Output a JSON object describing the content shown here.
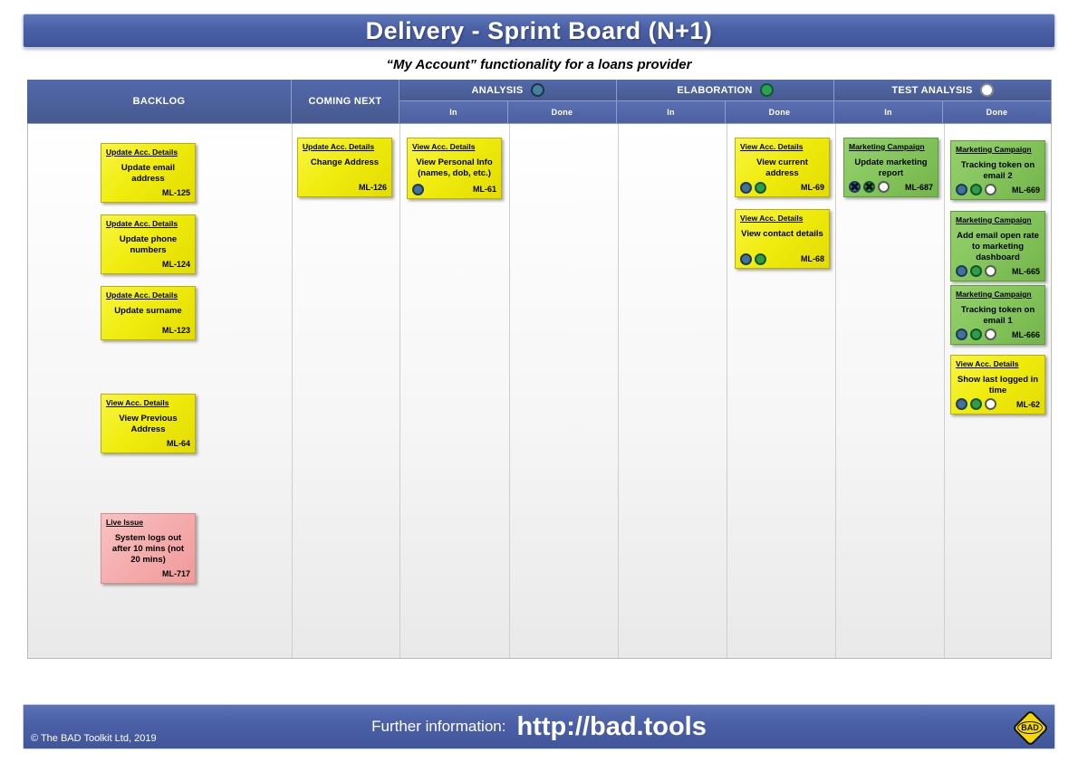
{
  "header": {
    "title": "Delivery - Sprint Board (N+1)",
    "subtitle": "“My Account” functionality for a loans provider"
  },
  "columns": {
    "backlog": {
      "label": "BACKLOG"
    },
    "coming_next": {
      "label": "COMING NEXT"
    },
    "analysis": {
      "label": "ANALYSIS",
      "status_icon": "blue-circle",
      "status_color": "#44809f"
    },
    "elaboration": {
      "label": "ELABORATION",
      "status_icon": "green-circle",
      "status_color": "#27a351"
    },
    "test_analysis": {
      "label": "TEST ANALYSIS",
      "status_icon": "white-circle",
      "status_color": "#ffffff"
    },
    "sub_labels": {
      "in": "In",
      "done": "Done"
    }
  },
  "cards": {
    "ml125": {
      "column": "backlog",
      "epic": "Update Acc. Details",
      "title": "Update email address",
      "id": "ML-125",
      "color": "yellow",
      "dots": []
    },
    "ml124": {
      "column": "backlog",
      "epic": "Update Acc. Details",
      "title": "Update phone numbers",
      "id": "ML-124",
      "color": "yellow",
      "dots": []
    },
    "ml123": {
      "column": "backlog",
      "epic": "Update Acc. Details",
      "title": "Update surname",
      "id": "ML-123",
      "color": "yellow",
      "dots": []
    },
    "ml64": {
      "column": "backlog",
      "epic": "View Acc. Details",
      "title": "View Previous Address",
      "id": "ML-64",
      "color": "yellow",
      "dots": []
    },
    "ml717": {
      "column": "backlog",
      "epic": "Live Issue",
      "title": "System logs out after 10 mins (not 20 mins)",
      "id": "ML-717",
      "color": "pink",
      "dots": []
    },
    "ml126": {
      "column": "coming_next",
      "epic": "Update Acc. Details",
      "title": "Change Address",
      "id": "ML-126",
      "color": "yellow",
      "dots": []
    },
    "ml61": {
      "column": "analysis_in",
      "epic": "View Acc. Details",
      "title": "View Personal Info (names, dob, etc.)",
      "id": "ML-61",
      "color": "yellow",
      "dots": [
        "blue"
      ]
    },
    "ml69": {
      "column": "elaboration_done",
      "epic": "View Acc. Details",
      "title": "View current address",
      "id": "ML-69",
      "color": "yellow",
      "dots": [
        "blue",
        "green"
      ]
    },
    "ml68": {
      "column": "elaboration_done",
      "epic": "View Acc. Details",
      "title": "View contact details",
      "id": "ML-68",
      "color": "yellow",
      "dots": [
        "blue",
        "green"
      ]
    },
    "ml687": {
      "column": "test_analysis_in",
      "epic": "Marketing Campaign",
      "title": "Update marketing report",
      "id": "ML-687",
      "color": "green",
      "dots": [
        "blue-crossed",
        "green-crossed",
        "white"
      ]
    },
    "ml669": {
      "column": "test_analysis_done",
      "epic": "Marketing Campaign",
      "title": "Tracking token on email 2",
      "id": "ML-669",
      "color": "green",
      "dots": [
        "blue",
        "green",
        "white"
      ]
    },
    "ml665": {
      "column": "test_analysis_done",
      "epic": "Marketing Campaign",
      "title": "Add email open rate to marketing dashboard",
      "id": "ML-665",
      "color": "green",
      "dots": [
        "blue",
        "green",
        "white"
      ]
    },
    "ml666": {
      "column": "test_analysis_done",
      "epic": "Marketing Campaign",
      "title": "Tracking token on email 1",
      "id": "ML-666",
      "color": "green",
      "dots": [
        "blue",
        "green",
        "white"
      ]
    },
    "ml62": {
      "column": "test_analysis_done",
      "epic": "View Acc. Details",
      "title": "Show last logged in time",
      "id": "ML-62",
      "color": "yellow",
      "dots": [
        "blue",
        "green",
        "white"
      ]
    }
  },
  "colors": {
    "banner_blue": "#4a5fa5",
    "card_yellow": "#f0ec0e",
    "card_green": "#84c55b",
    "card_pink": "#f5acac",
    "dot_blue": "#41719c",
    "dot_green": "#2e9e49",
    "dot_white": "#ffffff"
  },
  "footer": {
    "copyright": "© The BAD Toolkit Ltd, 2019",
    "info_label": "Further information:",
    "url": "http://bad.tools",
    "logo_text": "BAD"
  }
}
